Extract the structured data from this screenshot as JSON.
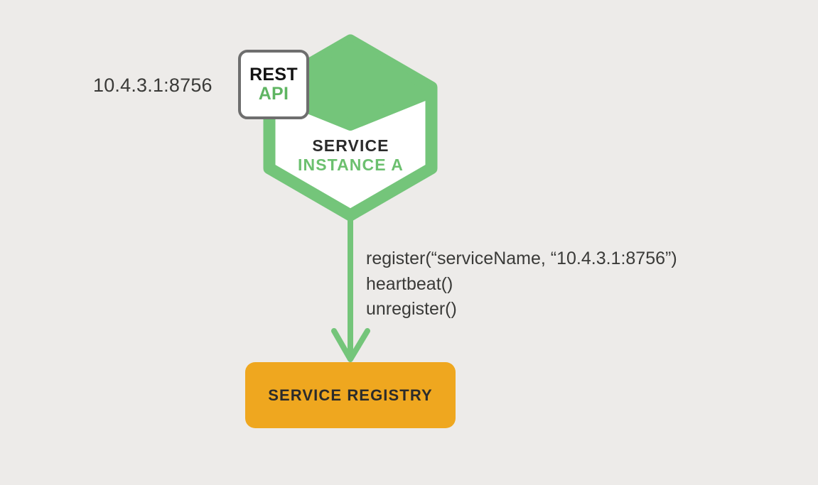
{
  "colors": {
    "background": "#EDEBE9",
    "green": "#74C57A",
    "green_text": "#6CC06F",
    "green_api_text": "#5FB562",
    "orange": "#EFA71F",
    "border_gray": "#6E6E6E",
    "text_dark": "#2B2B2B",
    "text_body": "#3A3A38",
    "white": "#FFFFFF"
  },
  "endpoint": {
    "address": "10.4.3.1:8756"
  },
  "rest_api_box": {
    "line1": "REST",
    "line2": "API"
  },
  "service_instance": {
    "line1": "SERVICE",
    "line2": "INSTANCE A"
  },
  "calls": {
    "lines": [
      "register(“serviceName, “10.4.3.1:8756”)",
      "heartbeat()",
      "unregister()"
    ],
    "line1": "register(“serviceName, “10.4.3.1:8756”)",
    "line2": "heartbeat()",
    "line3": "unregister()"
  },
  "service_registry": {
    "label": "SERVICE REGISTRY"
  },
  "arrow": {
    "direction": "down",
    "from": "service-instance-a",
    "to": "service-registry"
  }
}
